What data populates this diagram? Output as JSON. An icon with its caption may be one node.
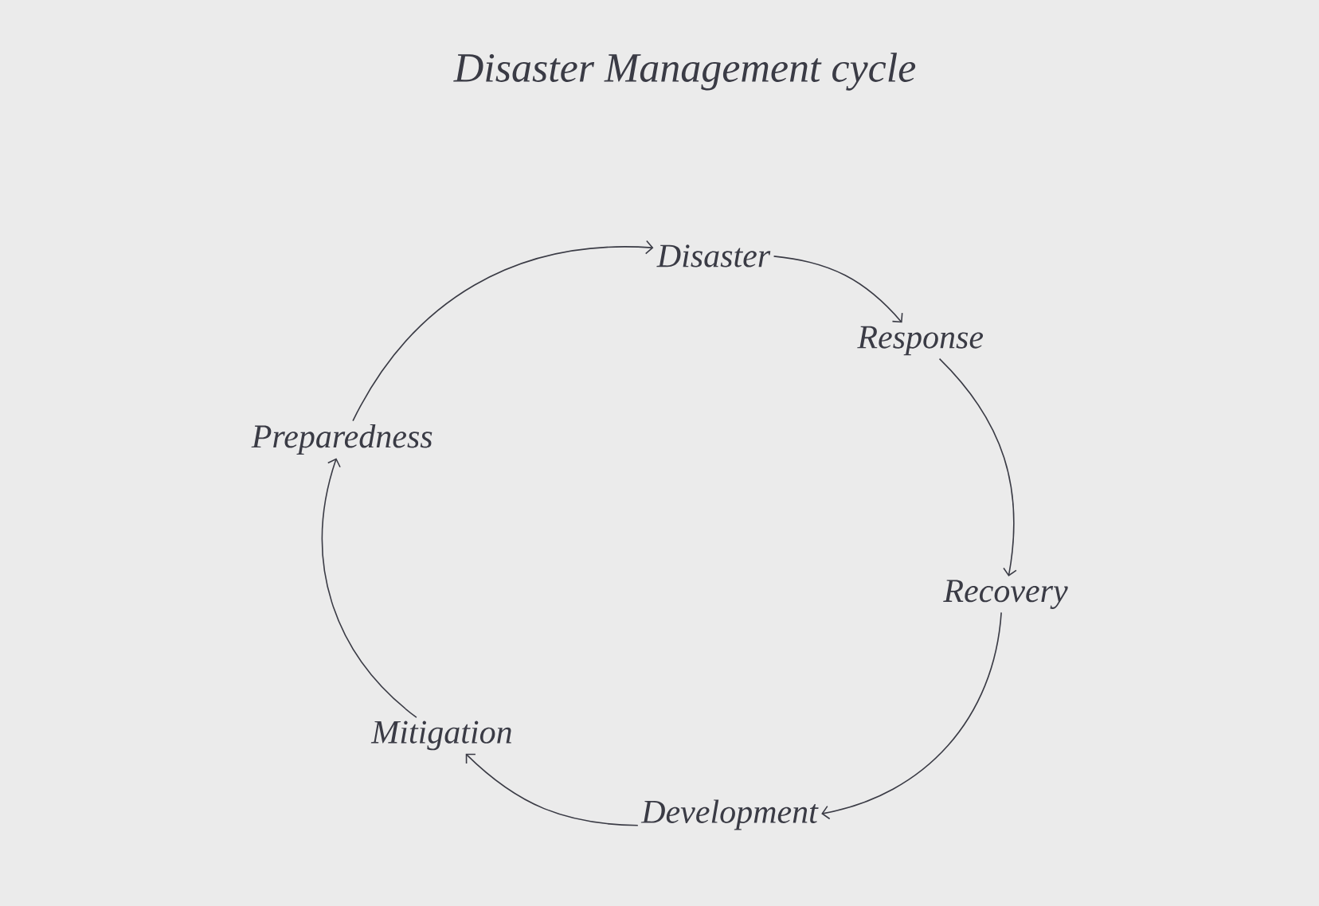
{
  "diagram": {
    "title": "Disaster Management cycle",
    "nodes": [
      {
        "text": [
          "Disaster"
        ]
      },
      {
        "text": [
          "Response"
        ]
      },
      {
        "text": [
          "Recovery"
        ]
      },
      {
        "text": [
          "Development"
        ]
      },
      {
        "text": [
          "Mitigation"
        ]
      },
      {
        "text": [
          "Preparedness"
        ]
      }
    ],
    "edges": [
      {
        "from": 0,
        "to": 1,
        "arrow": "to"
      },
      {
        "from": 1,
        "to": 2,
        "arrow": "to"
      },
      {
        "from": 2,
        "to": 3,
        "arrow": "to"
      },
      {
        "from": 3,
        "to": 4,
        "arrow": "to"
      },
      {
        "from": 4,
        "to": 5,
        "arrow": "to"
      },
      {
        "from": 5,
        "to": 0,
        "arrow": "to"
      }
    ]
  }
}
